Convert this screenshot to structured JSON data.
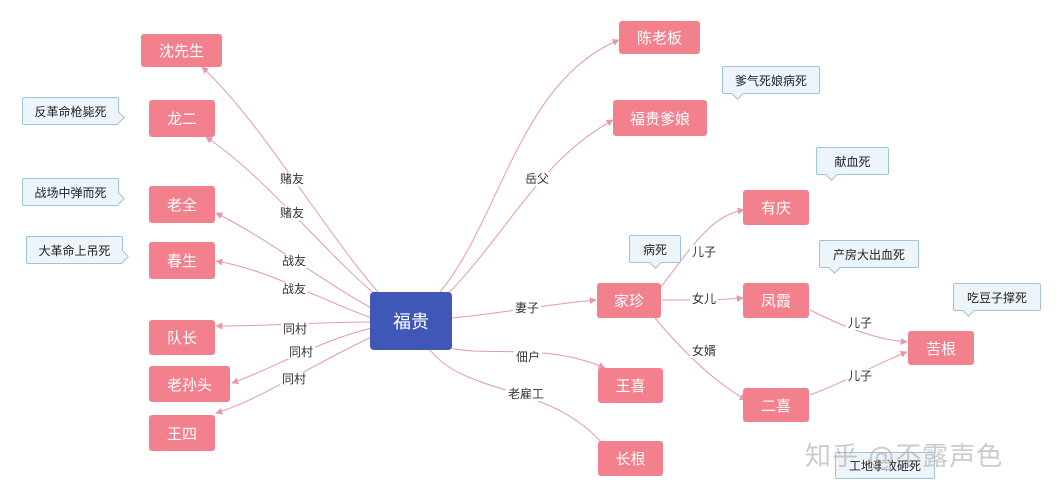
{
  "center": "福贵",
  "nodes": {
    "shen": "沈先生",
    "long": "龙二",
    "laoquan": "老全",
    "chunsheng": "春生",
    "duizhang": "队长",
    "laosuntou": "老孙头",
    "wangsi": "王四",
    "chenlaoban": "陈老板",
    "parents": "福贵爹娘",
    "jiazhen": "家珍",
    "wangxi": "王喜",
    "changgen": "长根",
    "youqing": "有庆",
    "fengxia": "凤霞",
    "erxi": "二喜",
    "kugen": "苦根"
  },
  "notes": {
    "long": "反革命枪毙死",
    "laoquan": "战场中弹而死",
    "chunsheng": "大革命上吊死",
    "parents": "爹气死娘病死",
    "jiazhen": "病死",
    "youqing": "献血死",
    "fengxia": "产房大出血死",
    "kugen": "吃豆子撑死",
    "erxi": "工地事故砸死"
  },
  "edge_labels": {
    "dueyou1": "赌友",
    "dueyou2": "赌友",
    "zhanyou1": "战友",
    "zhanyou2": "战友",
    "tongcun1": "同村",
    "tongcun2": "同村",
    "tongcun3": "同村",
    "yuefu": "岳父",
    "qizi": "妻子",
    "dianhu": "佃户",
    "laoyonggong": "老雇工",
    "erzi1": "儿子",
    "nver": "女儿",
    "nvxu": "女婿",
    "erzi2": "儿子",
    "erzi3": "儿子"
  },
  "watermark": "知乎 @不露声色",
  "colors": {
    "pink": "#f2808d",
    "center": "#3f57b6",
    "edge": "#e59aa6",
    "note_bg": "#edf5fb",
    "note_border": "#9cc5dc"
  }
}
